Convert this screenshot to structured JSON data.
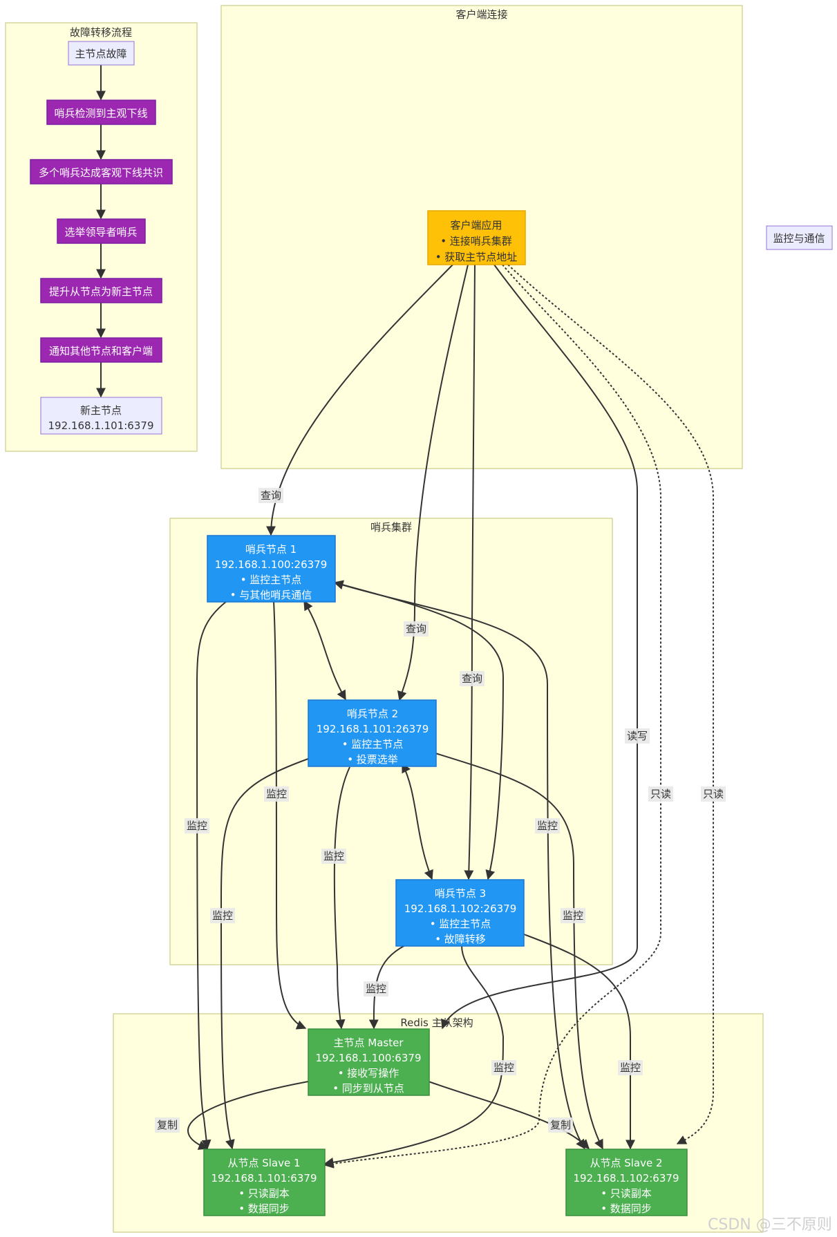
{
  "clusters": {
    "failover": "故障转移流程",
    "client": "客户端连接",
    "sentinel": "哨兵集群",
    "redis": "Redis 主从架构"
  },
  "legend": "监控与通信",
  "failover_steps": [
    "主节点故障",
    "哨兵检测到主观下线",
    "多个哨兵达成客观下线共识",
    "选举领导者哨兵",
    "提升从节点为新主节点",
    "通知其他节点和客户端",
    "新主节点",
    "192.168.1.101:6379"
  ],
  "client_app": [
    "客户端应用",
    "• 连接哨兵集群",
    "• 获取主节点地址"
  ],
  "sentinel1": [
    "哨兵节点 1",
    "192.168.1.100:26379",
    "• 监控主节点",
    "• 与其他哨兵通信"
  ],
  "sentinel2": [
    "哨兵节点 2",
    "192.168.1.101:26379",
    "• 监控主节点",
    "• 投票选举"
  ],
  "sentinel3": [
    "哨兵节点 3",
    "192.168.1.102:26379",
    "• 监控主节点",
    "• 故障转移"
  ],
  "master": [
    "主节点 Master",
    "192.168.1.100:6379",
    "• 接收写操作",
    "• 同步到从节点"
  ],
  "slave1": [
    "从节点 Slave 1",
    "192.168.1.101:6379",
    "• 只读副本",
    "• 数据同步"
  ],
  "slave2": [
    "从节点 Slave 2",
    "192.168.1.102:6379",
    "• 只读副本",
    "• 数据同步"
  ],
  "edge_labels": {
    "query": "查询",
    "readwrite": "读写",
    "readonly": "只读",
    "monitor": "监控",
    "replicate": "复制"
  },
  "watermark": "CSDN @三不原则",
  "colors": {
    "cluster_fill": "#ffffde",
    "sentinel_blue": "#2196f3",
    "redis_green": "#4caf50",
    "process_purple": "#9c27b0",
    "client_amber": "#ffc107",
    "default_node": "#ececff"
  }
}
